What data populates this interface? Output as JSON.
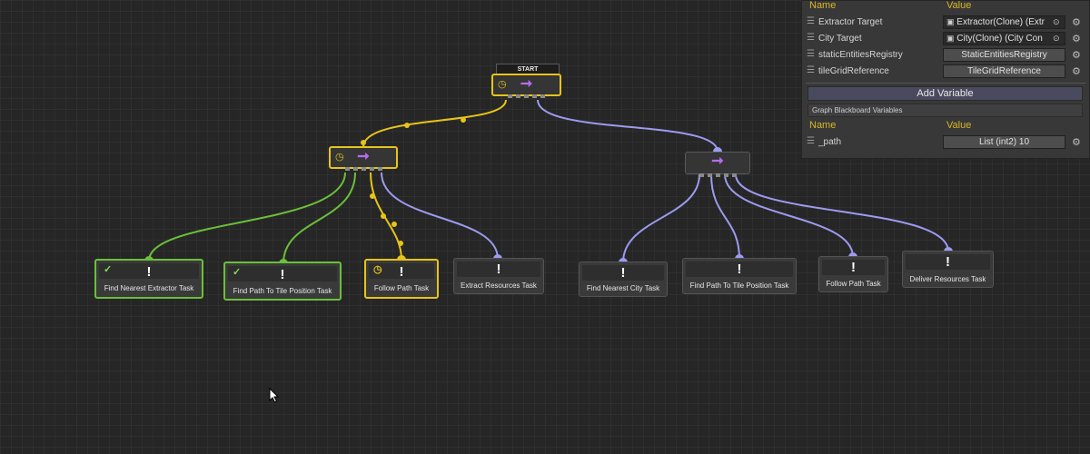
{
  "graph": {
    "start_label": "START",
    "leaves": [
      {
        "label": "Find Nearest Extractor Task",
        "status": "success"
      },
      {
        "label": "Find Path To Tile Position Task",
        "status": "success"
      },
      {
        "label": "Follow Path Task",
        "status": "running"
      },
      {
        "label": "Extract Resources Task",
        "status": "idle"
      },
      {
        "label": "Find Nearest City Task",
        "status": "idle"
      },
      {
        "label": "Find Path To Tile Position Task",
        "status": "idle"
      },
      {
        "label": "Follow Path Task",
        "status": "idle"
      },
      {
        "label": "Deliver Resources Task",
        "status": "idle"
      }
    ],
    "colors": {
      "running": "#e6c41a",
      "success": "#6bbf3a",
      "idle_edge": "#9d9bf0",
      "sequence_arrow": "#b56cf0"
    }
  },
  "panel": {
    "header_name": "Name",
    "header_value": "Value",
    "rows": [
      {
        "name": "Extractor Target",
        "value": "Extractor(Clone) (Extr",
        "icon": "object-icon"
      },
      {
        "name": "City Target",
        "value": "City(Clone) (City Con",
        "icon": "object-icon"
      },
      {
        "name": "staticEntitiesRegistry",
        "value": "StaticEntitiesRegistry"
      },
      {
        "name": "tileGridReference",
        "value": "TileGridReference"
      }
    ],
    "add_variable": "Add Variable",
    "section_title": "Graph Blackboard Variables",
    "header2_name": "Name",
    "header2_value": "Value",
    "graph_rows": [
      {
        "name": "_path",
        "value": "List (int2) 10"
      }
    ]
  }
}
